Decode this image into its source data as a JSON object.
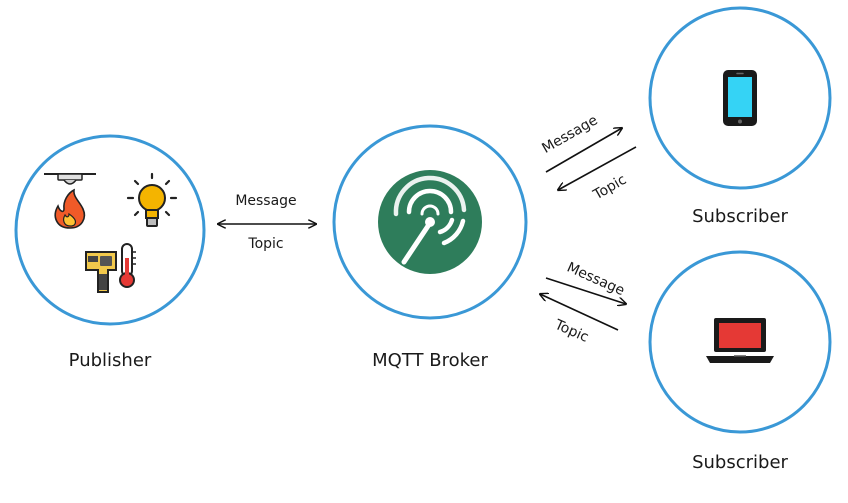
{
  "nodes": {
    "publisher": {
      "label": "Publisher"
    },
    "broker": {
      "label": "MQTT Broker"
    },
    "subscriber_phone": {
      "label": "Subscriber"
    },
    "subscriber_laptop": {
      "label": "Subscriber"
    }
  },
  "links": {
    "publisher_broker": {
      "message": "Message",
      "topic": "Topic"
    },
    "broker_phone": {
      "message": "Message",
      "topic": "Topic"
    },
    "broker_laptop": {
      "message": "Message",
      "topic": "Topic"
    }
  },
  "icons": {
    "publisher": [
      "smoke-detector-icon",
      "fire-icon",
      "light-bulb-icon",
      "thermal-gun-icon",
      "thermometer-icon"
    ],
    "broker": "broadcast-antenna-icon",
    "subscriber_phone": "smartphone-icon",
    "subscriber_laptop": "laptop-icon"
  },
  "colors": {
    "ring": "#3a98d6",
    "broker_fill": "#2e7d5b",
    "phone_screen": "#35d3f5",
    "laptop_screen": "#e53935",
    "bulb": "#f4b400",
    "fire": "#f05a28",
    "thermal_gun": "#f2c94c"
  }
}
